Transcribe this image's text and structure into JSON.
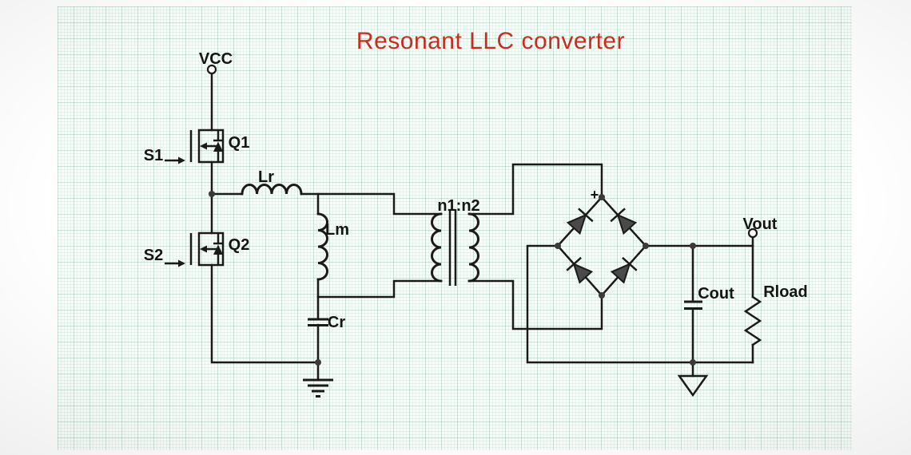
{
  "title": {
    "text": "Resonant LLC converter",
    "color": "#c62d1f"
  },
  "labels": {
    "vcc": "VCC",
    "s1": "S1",
    "q1": "Q1",
    "s2": "S2",
    "q2": "Q2",
    "lr": "Lr",
    "lm": "Lm",
    "cr": "Cr",
    "transformer_ratio": "n1:n2",
    "secondary_polarity": "+",
    "cout": "Cout",
    "rload": "Rload",
    "vout": "Vout"
  },
  "colors": {
    "wire": "#1a1a1a",
    "diode_fill": "#4a4a4a",
    "grid_line": "#cfe4d6",
    "background": "#ffffff",
    "title_red": "#c62d1f"
  },
  "components": [
    {
      "ref": "Q1",
      "type": "n-mosfet-with-body-diode",
      "gate_signal": "S1"
    },
    {
      "ref": "Q2",
      "type": "n-mosfet-with-body-diode",
      "gate_signal": "S2"
    },
    {
      "ref": "Lr",
      "type": "series-inductor"
    },
    {
      "ref": "Lm",
      "type": "magnetizing-inductor"
    },
    {
      "ref": "Cr",
      "type": "resonant-capacitor"
    },
    {
      "ref": "n1:n2",
      "type": "transformer"
    },
    {
      "ref": "bridge",
      "type": "four-diode-full-bridge-rectifier"
    },
    {
      "ref": "Cout",
      "type": "output-capacitor"
    },
    {
      "ref": "Rload",
      "type": "load-resistor"
    },
    {
      "ref": "VCC",
      "type": "supply-terminal"
    },
    {
      "ref": "Vout",
      "type": "output-terminal"
    },
    {
      "ref": "GND",
      "type": "ground-symbols"
    }
  ]
}
